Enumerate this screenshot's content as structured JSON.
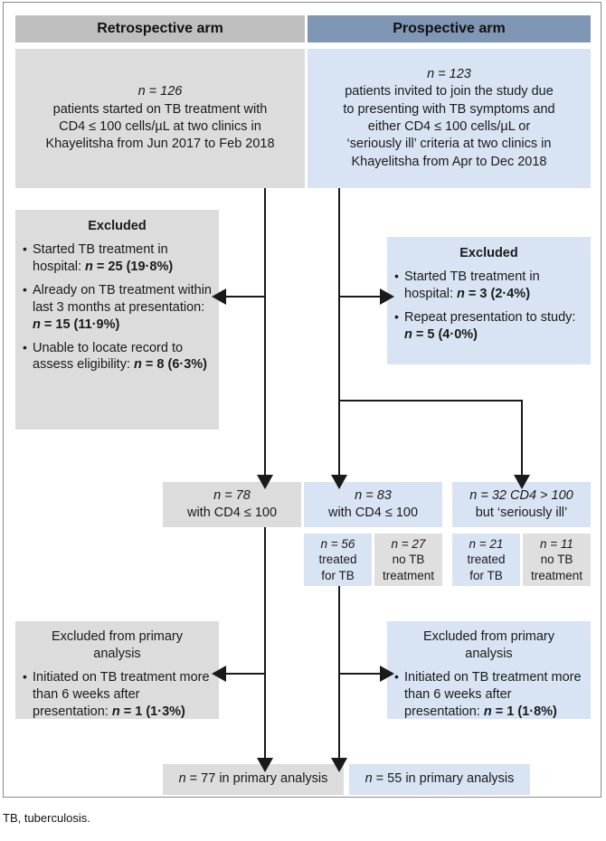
{
  "headers": {
    "retrospective": "Retrospective arm",
    "prospective": "Prospective arm"
  },
  "colors": {
    "header_grey": "#bfbfbf",
    "header_blue": "#7f96b5",
    "box_grey": "#dcdcdc",
    "box_blue": "#d8e4f3",
    "connector": "#1a1a1a"
  },
  "retro": {
    "top": {
      "n_label": "n = 126",
      "line1": "patients started on TB treatment with",
      "line2": "CD4 ≤ 100 cells/µL at two clinics in",
      "line3": "Khayelitsha from Jun 2017 to Feb 2018"
    },
    "excluded": {
      "title": "Excluded",
      "items": [
        {
          "text": "Started TB treatment in hospital: ",
          "n": "n",
          "value": " = 25 (19·8%)"
        },
        {
          "text": "Already on TB treatment within last 3 months at presentation: ",
          "n": "n",
          "value": " = 15 (11·9%)"
        },
        {
          "text": "Unable to locate record to assess eligibility: ",
          "n": "n",
          "value": " = 8 (6·3%)"
        }
      ]
    },
    "result": {
      "n_label": "n = 78",
      "line2": "with CD4 ≤ 100"
    },
    "excluded_primary": {
      "title1": "Excluded from primary",
      "title2": "analysis",
      "item_text": "Initiated on TB treatment more than 6 weeks after presentation: ",
      "item_n": "n",
      "item_value": " = 1 (1·3%)"
    },
    "final": {
      "n": "n",
      "text": " = 77 in primary analysis"
    }
  },
  "prosp": {
    "top": {
      "n_label": "n = 123",
      "line1": "patients invited to join the study due",
      "line2": "to presenting with TB symptoms and",
      "line3": "either CD4 ≤ 100 cells/µL or",
      "line4": "‘seriously ill’ criteria at two clinics in",
      "line5": "Khayelitsha from Apr to Dec 2018"
    },
    "excluded": {
      "title": "Excluded",
      "items": [
        {
          "text": "Started TB treatment in hospital: ",
          "n": "n",
          "value": " = 3 (2·4%)"
        },
        {
          "text": "Repeat presentation to study: ",
          "n": "n",
          "value": " = 5 (4·0%)"
        }
      ]
    },
    "result_cd4": {
      "n_label": "n = 83",
      "line2": "with CD4 ≤ 100"
    },
    "result_ill": {
      "n_label": "n = 32 CD4 > 100",
      "line2": "but ‘seriously ill’"
    },
    "sub_boxes": [
      {
        "n_label": "n = 56",
        "line2": "treated",
        "line3": "for TB",
        "tone": "blue"
      },
      {
        "n_label": "n = 27",
        "line2": "no TB",
        "line3": "treatment",
        "tone": "grey"
      },
      {
        "n_label": "n = 21",
        "line2": "treated",
        "line3": "for TB",
        "tone": "blue"
      },
      {
        "n_label": "n = 11",
        "line2": "no TB",
        "line3": "treatment",
        "tone": "grey"
      }
    ],
    "excluded_primary": {
      "title1": "Excluded from primary",
      "title2": "analysis",
      "item_text": "Initiated on TB treatment more than 6 weeks after presentation: ",
      "item_n": "n",
      "item_value": " = 1 (1·8%)"
    },
    "final": {
      "n": "n",
      "text": " = 55 in primary analysis"
    }
  },
  "footnote": "TB, tuberculosis."
}
